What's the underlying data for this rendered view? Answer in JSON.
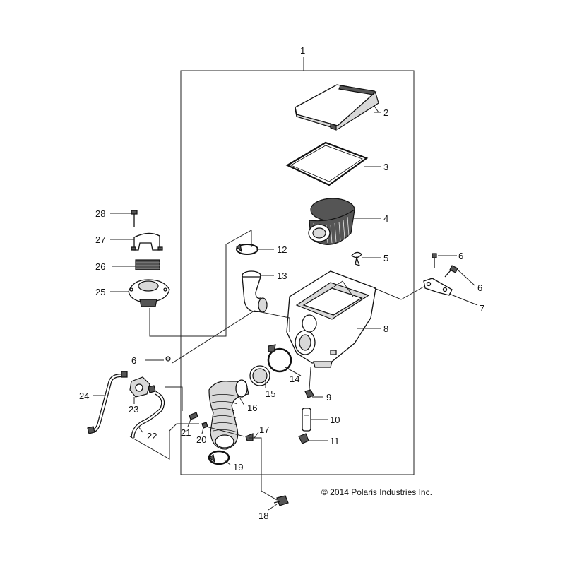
{
  "copyright": "© 2014 Polaris Industries Inc.",
  "callouts": {
    "c1": "1",
    "c2": "2",
    "c3": "3",
    "c4": "4",
    "c5": "5",
    "c6a": "6",
    "c6b": "6",
    "c6c": "6",
    "c7": "7",
    "c8": "8",
    "c9": "9",
    "c10": "10",
    "c11": "11",
    "c12": "12",
    "c13": "13",
    "c14": "14",
    "c15": "15",
    "c16": "16",
    "c17": "17",
    "c18": "18",
    "c19": "19",
    "c20": "20",
    "c21": "21",
    "c22": "22",
    "c23": "23",
    "c24": "24",
    "c25": "25",
    "c26": "26",
    "c27": "27",
    "c28": "28"
  },
  "icons": {
    "filter-cover": "air-box-cover-icon",
    "seal": "cover-seal-icon",
    "filter": "air-filter-icon",
    "airbox": "air-box-icon"
  }
}
